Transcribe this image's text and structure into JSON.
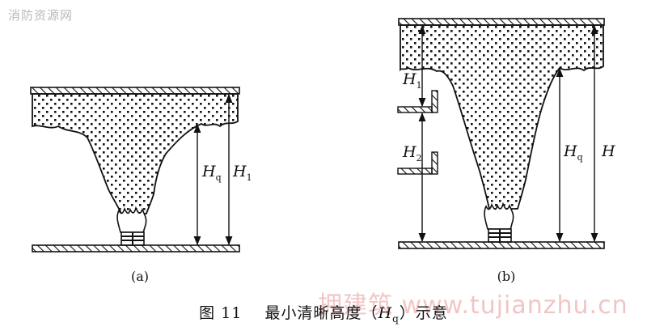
{
  "watermarks": {
    "top_left": "消防资源网",
    "bottom": "拥建筑 www.tujianzhu.cn"
  },
  "panel_a": {
    "label": "(a)",
    "dim_hq": {
      "main": "H",
      "sub": "q"
    },
    "dim_h1": {
      "main": "H",
      "sub": "1"
    }
  },
  "panel_b": {
    "label": "(b)",
    "dim_h1": {
      "main": "H",
      "sub": "1"
    },
    "dim_h2": {
      "main": "H",
      "sub": "2"
    },
    "dim_hq": {
      "main": "H",
      "sub": "q"
    },
    "dim_h": {
      "main": "H"
    }
  },
  "caption": {
    "figure_no": "图 11",
    "title_before": "最小清晰高度（",
    "symbol": "H",
    "symbol_sub": "q",
    "title_after": "）示意"
  }
}
